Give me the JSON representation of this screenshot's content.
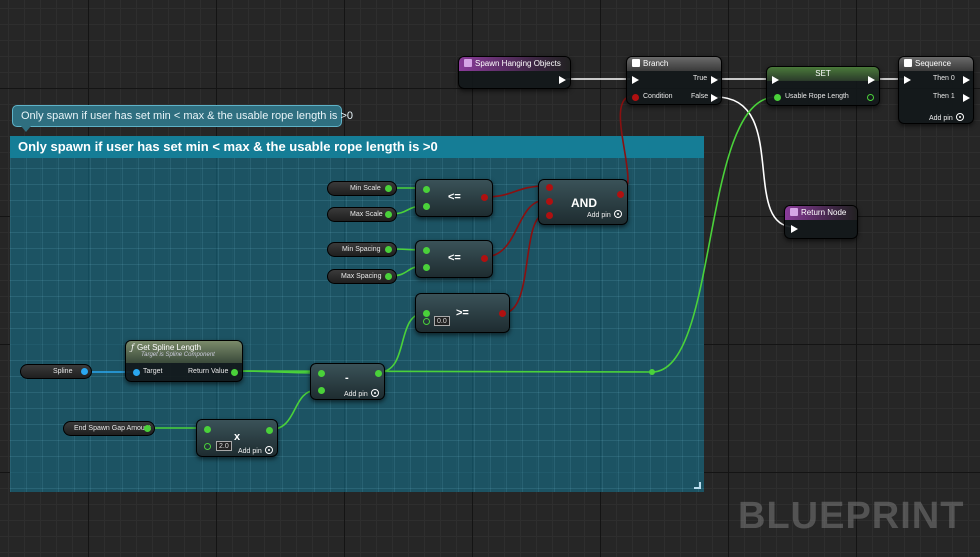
{
  "comment": {
    "bubble_text": "Only spawn if user has set min < max & the usable rope length is >0",
    "header_text": "Only spawn if user has set min < max & the usable rope length is >0"
  },
  "nodes": {
    "spawn_event": {
      "title": "Spawn Hanging Objects"
    },
    "branch": {
      "title": "Branch",
      "condition": "Condition",
      "true": "True",
      "false": "False"
    },
    "set": {
      "title": "SET",
      "var": "Usable Rope Length"
    },
    "sequence": {
      "title": "Sequence",
      "then0": "Then 0",
      "then1": "Then 1",
      "add_pin": "Add pin"
    },
    "return_node": {
      "title": "Return Node"
    },
    "and": {
      "label": "AND",
      "add_pin": "Add pin"
    },
    "le1": {
      "label": "<="
    },
    "le2": {
      "label": "<="
    },
    "ge": {
      "label": ">=",
      "value": "0.0"
    },
    "subtract": {
      "label": "-",
      "add_pin": "Add pin"
    },
    "multiply": {
      "label": "x",
      "value": "2.0",
      "add_pin": "Add pin"
    },
    "get_spline_length": {
      "title": "Get Spline Length",
      "subtitle": "Target is Spline Component",
      "target": "Target",
      "return_value": "Return Value"
    }
  },
  "variables": {
    "min_scale": "Min Scale",
    "max_scale": "Max Scale",
    "min_spacing": "Min Spacing",
    "max_spacing": "Max Spacing",
    "spline": "Spline",
    "end_spawn_gap": "End Spawn Gap Amount"
  },
  "watermark": "BLUEPRINT",
  "colors": {
    "exec": "#ffffff",
    "float": "#4ad13a",
    "bool": "#b01010",
    "object": "#2aa7f0",
    "comment": "#157d96"
  }
}
